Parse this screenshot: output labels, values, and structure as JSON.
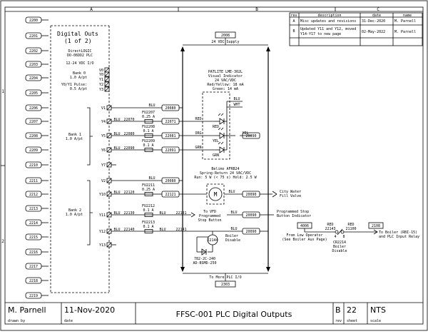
{
  "grid": {
    "columns": [
      "A",
      "B",
      "C"
    ],
    "rows": [
      "1",
      "2"
    ],
    "rungs": [
      "2200",
      "2201",
      "2202",
      "2203",
      "2204",
      "2205",
      "2206",
      "2207",
      "2208",
      "2209",
      "2210",
      "2211",
      "2212",
      "2213",
      "2214",
      "2215",
      "2216",
      "2217",
      "2218",
      "2219"
    ]
  },
  "revisions": {
    "headers": [
      "rev",
      "description",
      "date",
      "name"
    ],
    "rows": [
      {
        "rev": "A",
        "desc1": "Misc updates and revisions",
        "desc2": "",
        "date": "31-Dec-2020",
        "name": "M. Parnell"
      },
      {
        "rev": "B",
        "desc1": "Updated Y11 and Y12, moved",
        "desc2": "Y14-Y17 to new page",
        "date": "02-May-2022",
        "name": "M. Parnell"
      }
    ]
  },
  "plc": {
    "title1": "Digital Outs",
    "title2": "(1 of 2)",
    "model1": "DirectLOGIC",
    "model2": "DO-06DD2 PLC",
    "voltage": "12-24 VDC I/O",
    "bank0_1": "Bank 0",
    "bank0_2": "1.0 A/pt",
    "y0y1_1": "Y0/Y1 Pulse:",
    "y0y1_2": "0.5 A/pt",
    "bank1_1": "Bank 1",
    "bank1_2": "1.0 A/pt",
    "bank2_1": "Bank 2",
    "bank2_2": "1.0 A/pt",
    "bank0_terms": [
      "V0",
      "Y0",
      "Y1",
      "Y2",
      "Y3"
    ],
    "side_terms": [
      "V1",
      "Y4",
      "Y5",
      "Y6",
      "Y7",
      "V2",
      "Y10",
      "Y11",
      "Y12",
      "Y13"
    ]
  },
  "supply": {
    "ref_top": "2008",
    "label_top": "24 VDC Supply",
    "ref_bottom": "2303",
    "label_bottom": "To More PLC I/O"
  },
  "wires": {
    "blu": "BLU",
    "red": "RED",
    "org": "ORG",
    "grn": "GRN",
    "yel": "YEL",
    "wht": "WHT",
    "w20080": "20080",
    "w20090": "20090",
    "w22070": "22070",
    "w22071": "22071",
    "w22080": "22080",
    "w22081": "22081",
    "w22090": "22090",
    "w22091": "22091",
    "w22120": "22120",
    "w22121": "22121",
    "w22130": "22130",
    "w22131": "22131",
    "w22140": "22140",
    "w22141": "22141",
    "w22143": "22143",
    "w21100": "21100"
  },
  "fuses": [
    {
      "id": "FU2207",
      "rating": "0.25 A"
    },
    {
      "id": "FU2208",
      "rating": "0.1 A"
    },
    {
      "id": "FU2209",
      "rating": "0.1 A"
    },
    {
      "id": "FU2211",
      "rating": "0.25 A"
    },
    {
      "id": "FU2212",
      "rating": "0.1 A"
    },
    {
      "id": "FU2213",
      "rating": "0.1 A"
    }
  ],
  "patlite": {
    "l1": "PATLITE LME-302L",
    "l2": "Visual Indicator",
    "l3": "24 VAC/VDC",
    "l4": "Red/Yellow: 18 mA",
    "l5": "Green: 14 mA",
    "red": "RED",
    "yel": "YEL",
    "grn": "GRN"
  },
  "belimo": {
    "l1": "Belimo AFRB24",
    "l2": "Spring-Return 24 VAC/VDC",
    "l3": "Run: 5 W (< 75 s) Hold: 2.5 W",
    "motor": "M"
  },
  "devices": {
    "fill_valve1": "City Water",
    "fill_valve2": "Fill Valve",
    "vfd1": "To VFD",
    "vfd2": "Programmed",
    "vfd3": "Stop Button",
    "boiler_ref": "22144",
    "boiler1": "Boiler",
    "boiler2": "Disable",
    "diode1": "782-2C-240",
    "diode2": "AD-BSMD-250",
    "prog_stop1": "Programmed Stop",
    "prog_stop2": "Button Indicator",
    "low_ref": "4006",
    "low1": "From Low Operator",
    "low2": "(See Boiler Aux Page)",
    "cr": "CR2214",
    "cr_d1": "Boiler",
    "cr_d2": "Disable",
    "cr_t1": "4",
    "cr_t2": "8",
    "boiler_out_ref": "2108",
    "boiler_out1": "To Boiler (RBI-15)",
    "boiler_out2": "and PLC Input Relay"
  },
  "titleblock": {
    "drawn_by": "M. Parnell",
    "drawn_by_label": "drawn by",
    "date": "11-Nov-2020",
    "date_label": "date",
    "title": "FFSC-001 PLC Digital Outputs",
    "rev": "B",
    "rev_label": "rev",
    "sheet": "22",
    "sheet_label": "sheet",
    "scale": "NTS",
    "scale_label": "scale"
  }
}
